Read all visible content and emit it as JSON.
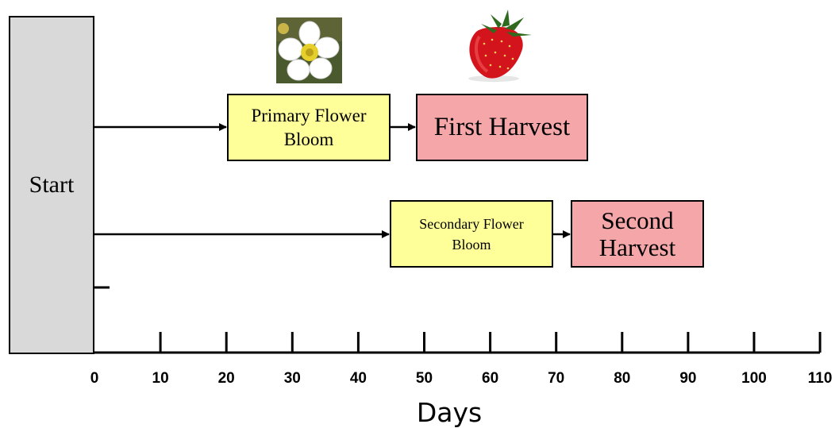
{
  "start_label": "Start",
  "axis": {
    "title": "Days",
    "ticks": [
      "0",
      "10",
      "20",
      "30",
      "40",
      "50",
      "60",
      "70",
      "80",
      "90",
      "100",
      "110"
    ]
  },
  "boxes": {
    "primary_bloom": {
      "line1": "Primary Flower",
      "line2": "Bloom"
    },
    "first_harvest": {
      "line1": "First Harvest"
    },
    "secondary_bloom": {
      "line1": "Secondary Flower",
      "line2": "Bloom"
    },
    "second_harvest": {
      "line1": "Second",
      "line2": "Harvest"
    }
  },
  "colors": {
    "start_fill": "#d9d9d9",
    "bloom_fill": "#ffff99",
    "harvest_fill": "#f4a6a8"
  },
  "images": {
    "flower": "strawberry-flower-icon",
    "fruit": "strawberry-icon"
  }
}
